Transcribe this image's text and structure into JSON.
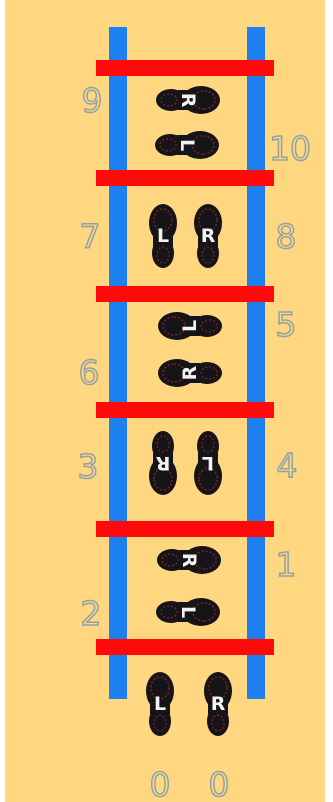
{
  "colors": {
    "background": "#ffd780",
    "rail": "#1e7ff0",
    "rung": "#ff0a0a",
    "number_fill": "#ffd780",
    "number_stroke": "#8fa2a8",
    "shoe_fill": "#151519",
    "shoe_tread": "#7a1f22",
    "shoe_label": "#f2f2f2"
  },
  "ladder": {
    "rails": [
      "left",
      "right"
    ],
    "rung_count": 6
  },
  "step_numbers": [
    {
      "id": "9",
      "text": "9"
    },
    {
      "id": "10",
      "text": "10"
    },
    {
      "id": "7",
      "text": "7"
    },
    {
      "id": "8",
      "text": "8"
    },
    {
      "id": "5",
      "text": "5"
    },
    {
      "id": "6",
      "text": "6"
    },
    {
      "id": "3",
      "text": "3"
    },
    {
      "id": "4",
      "text": "4"
    },
    {
      "id": "1",
      "text": "1"
    },
    {
      "id": "2",
      "text": "2"
    },
    {
      "id": "0-left",
      "text": "0"
    },
    {
      "id": "0-right",
      "text": "0"
    }
  ],
  "footprints": [
    {
      "id": "step-9",
      "label": "R",
      "foot": "right",
      "direction": "pointing right"
    },
    {
      "id": "step-10",
      "label": "L",
      "foot": "left",
      "direction": "pointing right"
    },
    {
      "id": "step-7",
      "label": "L",
      "foot": "left",
      "direction": "pointing up"
    },
    {
      "id": "step-8",
      "label": "R",
      "foot": "right",
      "direction": "pointing up"
    },
    {
      "id": "step-5",
      "label": "L",
      "foot": "left",
      "direction": "pointing left"
    },
    {
      "id": "step-6",
      "label": "R",
      "foot": "right",
      "direction": "pointing left"
    },
    {
      "id": "step-3",
      "label": "R",
      "foot": "right",
      "direction": "pointing down"
    },
    {
      "id": "step-4",
      "label": "L",
      "foot": "left",
      "direction": "pointing down"
    },
    {
      "id": "step-1",
      "label": "R",
      "foot": "right",
      "direction": "pointing right"
    },
    {
      "id": "step-2",
      "label": "L",
      "foot": "left",
      "direction": "pointing right"
    },
    {
      "id": "start-left",
      "label": "L",
      "foot": "left",
      "direction": "pointing up"
    },
    {
      "id": "start-right",
      "label": "R",
      "foot": "right",
      "direction": "pointing up"
    }
  ]
}
